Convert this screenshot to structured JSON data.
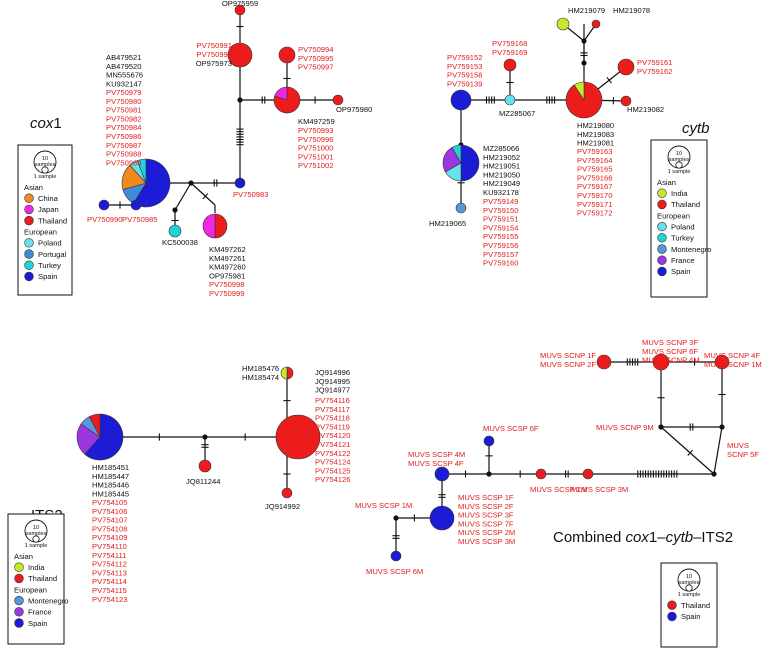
{
  "colors": {
    "China": "#f18a1e",
    "Japan": "#ef27e4",
    "Thailand": "#ed1c1c",
    "Poland": "#64e3ee",
    "Portugal": "#3d8ed8",
    "Turkey": "#1ed4d8",
    "Spain": "#1c1cd6",
    "India": "#c6ea2a",
    "Montenegro": "#5598dc",
    "France": "#9c36e0"
  },
  "panels": {
    "cox1": {
      "title_prefix": "",
      "title_italic": "cox",
      "title_suffix": "1",
      "legend": {
        "size_big": "10",
        "size_big2": "samples",
        "size_small": "1 sample",
        "groups": [
          {
            "name": "Asian",
            "items": [
              {
                "label": "China",
                "color": "#f18a1e"
              },
              {
                "label": "Japan",
                "color": "#ef27e4"
              },
              {
                "label": "Thailand",
                "color": "#ed1c1c"
              }
            ]
          },
          {
            "name": "European",
            "items": [
              {
                "label": "Poland",
                "color": "#64e3ee"
              },
              {
                "label": "Portugal",
                "color": "#3d8ed8"
              },
              {
                "label": "Turkey",
                "color": "#1ed4d8"
              },
              {
                "label": "Spain",
                "color": "#1c1cd6"
              }
            ]
          }
        ]
      },
      "labels": {
        "op975959": [
          "OP975959"
        ],
        "top_red": [
          "PV750991",
          "PV750992"
        ],
        "top_black": [
          "OP975973"
        ],
        "right_top": [
          "PV750994",
          "PV750995",
          "PV750997"
        ],
        "op975980": [
          "OP975980"
        ],
        "km497259": [
          "KM497259"
        ],
        "km_red": [
          "PV750993",
          "PV750996",
          "PV751000",
          "PV751001",
          "PV751002"
        ],
        "left_black": [
          "AB479521",
          "AB479520",
          "MN555676",
          "KU932147"
        ],
        "left_red": [
          "PV750979",
          "PV750980",
          "PV750981",
          "PV750982",
          "PV750984",
          "PV750986",
          "PV750987",
          "PV750988",
          "PV750989"
        ],
        "pv750983": [
          "PV750983"
        ],
        "pv750990": [
          "PV750990"
        ],
        "pv750985": [
          "PV750985"
        ],
        "kc500038": [
          "KC500038"
        ],
        "bottom_black": [
          "KM497262",
          "KM497261",
          "KM497260",
          "OP975981"
        ],
        "bottom_red": [
          "PV750998",
          "PV750999"
        ]
      }
    },
    "cytb": {
      "title_prefix": "",
      "title_italic": "cytb",
      "title_suffix": "",
      "legend": {
        "size_big": "10",
        "size_big2": "samples",
        "size_small": "1 sample",
        "groups": [
          {
            "name": "Asian",
            "items": [
              {
                "label": "India",
                "color": "#c6ea2a"
              },
              {
                "label": "Thailand",
                "color": "#ed1c1c"
              }
            ]
          },
          {
            "name": "European",
            "items": [
              {
                "label": "Poland",
                "color": "#64e3ee"
              },
              {
                "label": "Turkey",
                "color": "#1ed4d8"
              },
              {
                "label": "Montenegro",
                "color": "#5598dc"
              },
              {
                "label": "France",
                "color": "#9c36e0"
              },
              {
                "label": "Spain",
                "color": "#1c1cd6"
              }
            ]
          }
        ]
      },
      "labels": {
        "hm219079": [
          "HM219079"
        ],
        "hm219078": [
          "HM219078"
        ],
        "pv759168": [
          "PV759168",
          "PV759169"
        ],
        "pv759152": [
          "PV759152",
          "PV759153",
          "PV759158",
          "PV759139"
        ],
        "pv759161": [
          "PV759161",
          "PV759162"
        ],
        "mz285067": [
          "MZ285067"
        ],
        "hm219082": [
          "HM219082"
        ],
        "thai_black": [
          "HM219080",
          "HM219083",
          "HM219081"
        ],
        "thai_red": [
          "PV759163",
          "PV759164",
          "PV759165",
          "PV759166",
          "PV759167",
          "PV759170",
          "PV759171",
          "PV759172"
        ],
        "eu_black": [
          "MZ285066",
          "HM219052",
          "HM219051",
          "HM219050",
          "HM219049",
          "KU932178"
        ],
        "eu_red": [
          "PV759149",
          "PV759150",
          "PV759151",
          "PV759154",
          "PV759155",
          "PV759156",
          "PV759157",
          "PV759160"
        ],
        "hm219065": [
          "HM219065"
        ]
      }
    },
    "its2": {
      "title_prefix": "ITS2",
      "title_italic": "",
      "title_suffix": "",
      "legend": {
        "size_big": "10",
        "size_big2": "samples",
        "size_small": "1 sample",
        "groups": [
          {
            "name": "Asian",
            "items": [
              {
                "label": "India",
                "color": "#c6ea2a"
              },
              {
                "label": "Thailand",
                "color": "#ed1c1c"
              }
            ]
          },
          {
            "name": "European",
            "items": [
              {
                "label": "Montenegro",
                "color": "#5598dc"
              },
              {
                "label": "France",
                "color": "#9c36e0"
              },
              {
                "label": "Spain",
                "color": "#1c1cd6"
              }
            ]
          }
        ]
      },
      "labels": {
        "hm185476": [
          "HM185476",
          "HM185474"
        ],
        "jq_black": [
          "JQ914996",
          "JQ914995",
          "JQ914977"
        ],
        "jq_red": [
          "PV754116",
          "PV754117",
          "PV754118",
          "PV754119",
          "PV754120",
          "PV754121",
          "PV754122",
          "PV754124",
          "PV754125",
          "PV754126"
        ],
        "eu_black": [
          "HM185451",
          "HM185447",
          "HM185446",
          "HM185445"
        ],
        "eu_red": [
          "PV754105",
          "PV754106",
          "PV754107",
          "PV754108",
          "PV754109",
          "PV754110",
          "PV754111",
          "PV754112",
          "PV754113",
          "PV754114",
          "PV754115",
          "PV754123"
        ],
        "jq811244": [
          "JQ811244"
        ],
        "jq914992": [
          "JQ914992"
        ]
      }
    },
    "combined": {
      "title_prefix": "Combined ",
      "title_italic": "cox",
      "title_mid": "1–",
      "title_italic2": "cytb",
      "title_suffix": "–ITS2",
      "legend": {
        "size_big": "10",
        "size_big2": "samples",
        "size_small": "1 sample",
        "groups": [
          {
            "name": "",
            "items": [
              {
                "label": "Thailand",
                "color": "#ed1c1c"
              },
              {
                "label": "Spain",
                "color": "#1c1cd6"
              }
            ]
          }
        ]
      },
      "labels": {
        "scnp1f": [
          "MUVS SCNP 1F",
          "MUVS SCNP 2F"
        ],
        "scnp3f": [
          "MUVS SCNP 3F",
          "MUVS SCNP 6F",
          "MUVS SCNP 4M"
        ],
        "scnp4f": [
          "MUVS SCNP 4F",
          "MUVS SCNP 1M"
        ],
        "scnp9m": [
          "MUVS SCNP 9M"
        ],
        "scnp5f": [
          "MUVS",
          "SCNP 5F"
        ],
        "scsp6f": [
          "MUVS SCSP 6F"
        ],
        "scsp4m": [
          "MUVS SCSP 4M",
          "MUVS SCSP 4F"
        ],
        "scsp2m": [
          "MUVS SCSP 2M"
        ],
        "scsp3m": [
          "MUVS SCSP 3M"
        ],
        "scsp1f": [
          "MUVS SCSP 1F",
          "MUVS SCSP 2F",
          "MUVS SCSP 3F",
          "MUVS SCSP 7F",
          "MUVS SCSP 2M",
          "MUVS SCSP 3M"
        ],
        "scsp1m": [
          "MUVS SCSP 1M"
        ],
        "scsp6m": [
          "MUVS SCSP 6M"
        ]
      }
    }
  }
}
